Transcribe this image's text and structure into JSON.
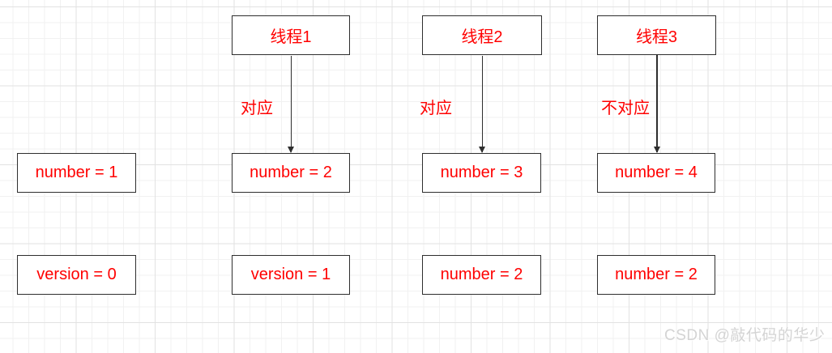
{
  "diagram": {
    "threads": [
      {
        "label": "线程1",
        "arrow_label": "对应"
      },
      {
        "label": "线程2",
        "arrow_label": "对应"
      },
      {
        "label": "线程3",
        "arrow_label": "不对应"
      }
    ],
    "number_row": [
      {
        "label": "number = 1"
      },
      {
        "label": "number = 2"
      },
      {
        "label": "number = 3"
      },
      {
        "label": "number = 4"
      }
    ],
    "bottom_row": [
      {
        "label": "version = 0"
      },
      {
        "label": "version = 1"
      },
      {
        "label": "number = 2"
      },
      {
        "label": "number = 2"
      }
    ]
  },
  "watermark": {
    "text": "CSDN @敲代码的华少"
  },
  "colors": {
    "text_red": "#ff0000",
    "box_border": "#2e2e2e",
    "box_fill": "#ffffff",
    "arrow": "#2e2e2e",
    "grid_minor": "#f1f1f1",
    "grid_major": "#e2e2e2",
    "watermark": "#d4d4d4"
  }
}
